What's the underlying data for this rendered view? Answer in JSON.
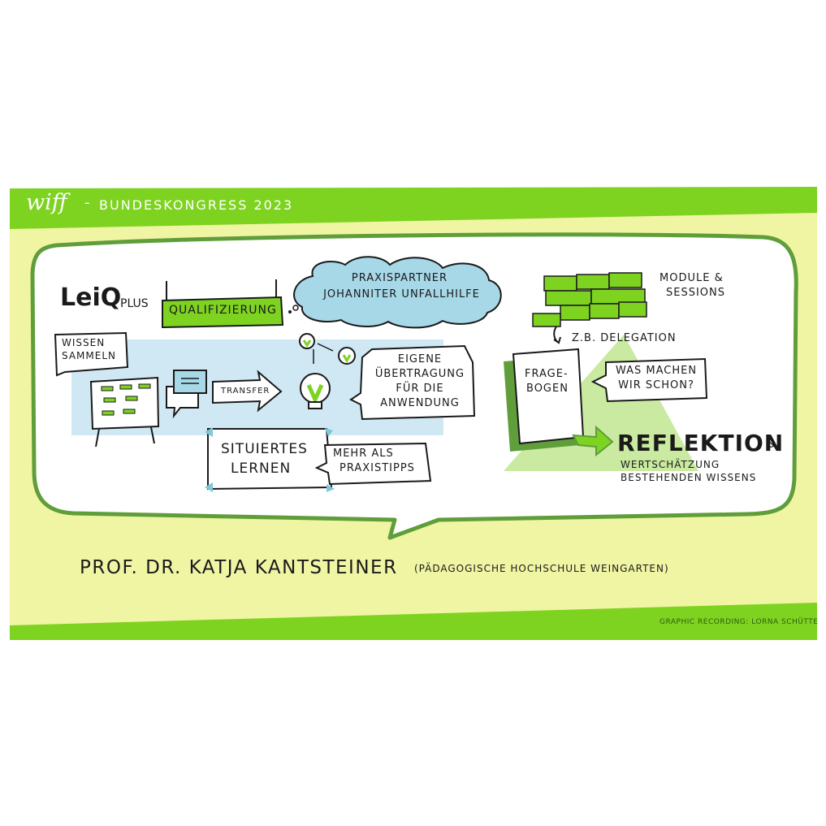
{
  "header": {
    "logo": "wiff",
    "dash": "-",
    "title": "Bundeskongress 2023"
  },
  "bubble": {
    "leiq": "LeiQ",
    "leiq_plus": "plus",
    "qualifizierung": "Qualifizierung",
    "cloud": [
      "Praxispartner",
      "Johanniter Unfallhilfe"
    ],
    "wissen_sammeln": [
      "Wissen",
      "sammeln"
    ],
    "transfer": "Transfer",
    "eigene": [
      "Eigene",
      "Übertragung",
      "für die",
      "Anwendung"
    ],
    "situiertes": [
      "Situiertes",
      "Lernen"
    ],
    "mehr_als": [
      "Mehr als",
      "Praxistipps"
    ],
    "module": [
      "Module &",
      "Sessions"
    ],
    "delegation": "z.B. Delegation",
    "fragebogen": [
      "Frage-",
      "bogen"
    ],
    "was_machen": [
      "Was machen",
      "wir schon?"
    ],
    "reflektion": "Reflektion",
    "amp": "&",
    "wertschaetzung": [
      "Wertschätzung",
      "bestehenden Wissens"
    ]
  },
  "speaker": {
    "name": "Prof. Dr. Katja Kantsteiner",
    "affiliation": "(Pädagogische Hochschule Weingarten)"
  },
  "credit": "Graphic Recording: Lorna Schütte",
  "colors": {
    "green": "#7ed321",
    "light_yellow": "#f0f5a4",
    "light_blue": "#cfe8f3",
    "cloud_blue": "#a7d8e8",
    "pale_green": "#c9eaa0",
    "outline": "#5f9e3a"
  }
}
